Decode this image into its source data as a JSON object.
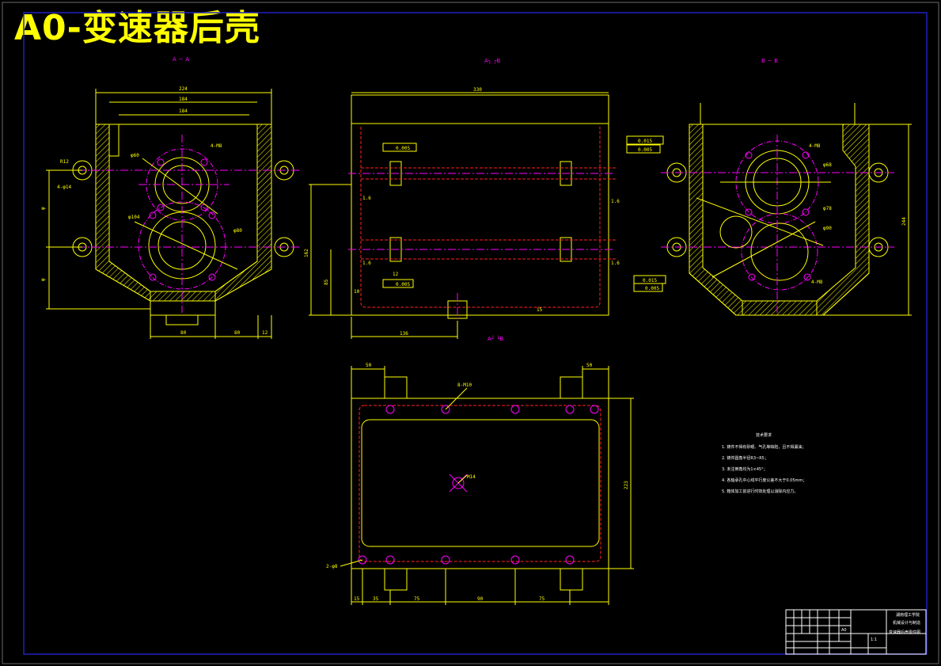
{
  "title": "A0-变速器后壳",
  "views": {
    "view1": "A － A",
    "view2": "A┐ ┌B",
    "view3": "B － B",
    "view4": "A┘ └B"
  },
  "dims": {
    "v1": [
      "224",
      "184",
      "184",
      "R12",
      "φ60",
      "4-M8",
      "4-φ14",
      "φ104",
      "φ80",
      "80",
      "80",
      "12",
      "φ",
      "φ"
    ],
    "v2": [
      "330",
      "0.005",
      "0.015",
      "0.005",
      "0.005",
      "0.015",
      "1.6",
      "1.6",
      "1.6",
      "1.6",
      "12",
      "0.005",
      "136",
      "15",
      "10",
      "162",
      "85"
    ],
    "v3": [
      "4-M8",
      "φ68",
      "φ78",
      "φ90",
      "4-M8",
      "244"
    ],
    "v4": [
      "50",
      "50",
      "8-M10",
      "M14",
      "2-φ8",
      "15",
      "35",
      "75",
      "90",
      "75",
      "223"
    ]
  },
  "notes": {
    "heading": "技术要求",
    "items": [
      "1. 铸件不得有砂眼、气孔等缺陷，且不得漏油；",
      "2. 铸件圆角半径R3~R5；",
      "3. 未注倒角均为1×45°；",
      "4. 各轴承孔中心线平行度公差不大于0.05mm；",
      "5. 箱体加工前进行时效处理以消除内应力。"
    ]
  },
  "title_block": {
    "school": "湖南理工学院",
    "dept": "机械设计与制造",
    "drawing_name": "变速器后壳零件图",
    "scale": "1:1",
    "sheet": "A0"
  },
  "colors": {
    "outline": "#ffff00",
    "center_lines": "#ff00ff",
    "hidden_lines": "#ff2020",
    "frame": "#2020c0"
  }
}
